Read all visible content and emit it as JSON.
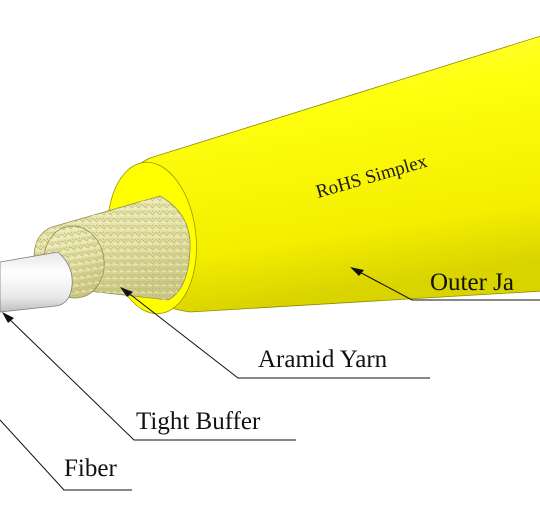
{
  "jacket_print": "RoHS Simplex",
  "labels": {
    "outer_jacket": "Outer Ja",
    "aramid_yarn": "Aramid Yarn",
    "tight_buffer": "Tight Buffer",
    "fiber": "Fiber"
  },
  "colors": {
    "jacket": "#FFFF00",
    "jacket_shadow": "#C9C400",
    "yarn": "#E6E3A6",
    "buffer": "#F2F2F2",
    "leader": "#111111"
  }
}
